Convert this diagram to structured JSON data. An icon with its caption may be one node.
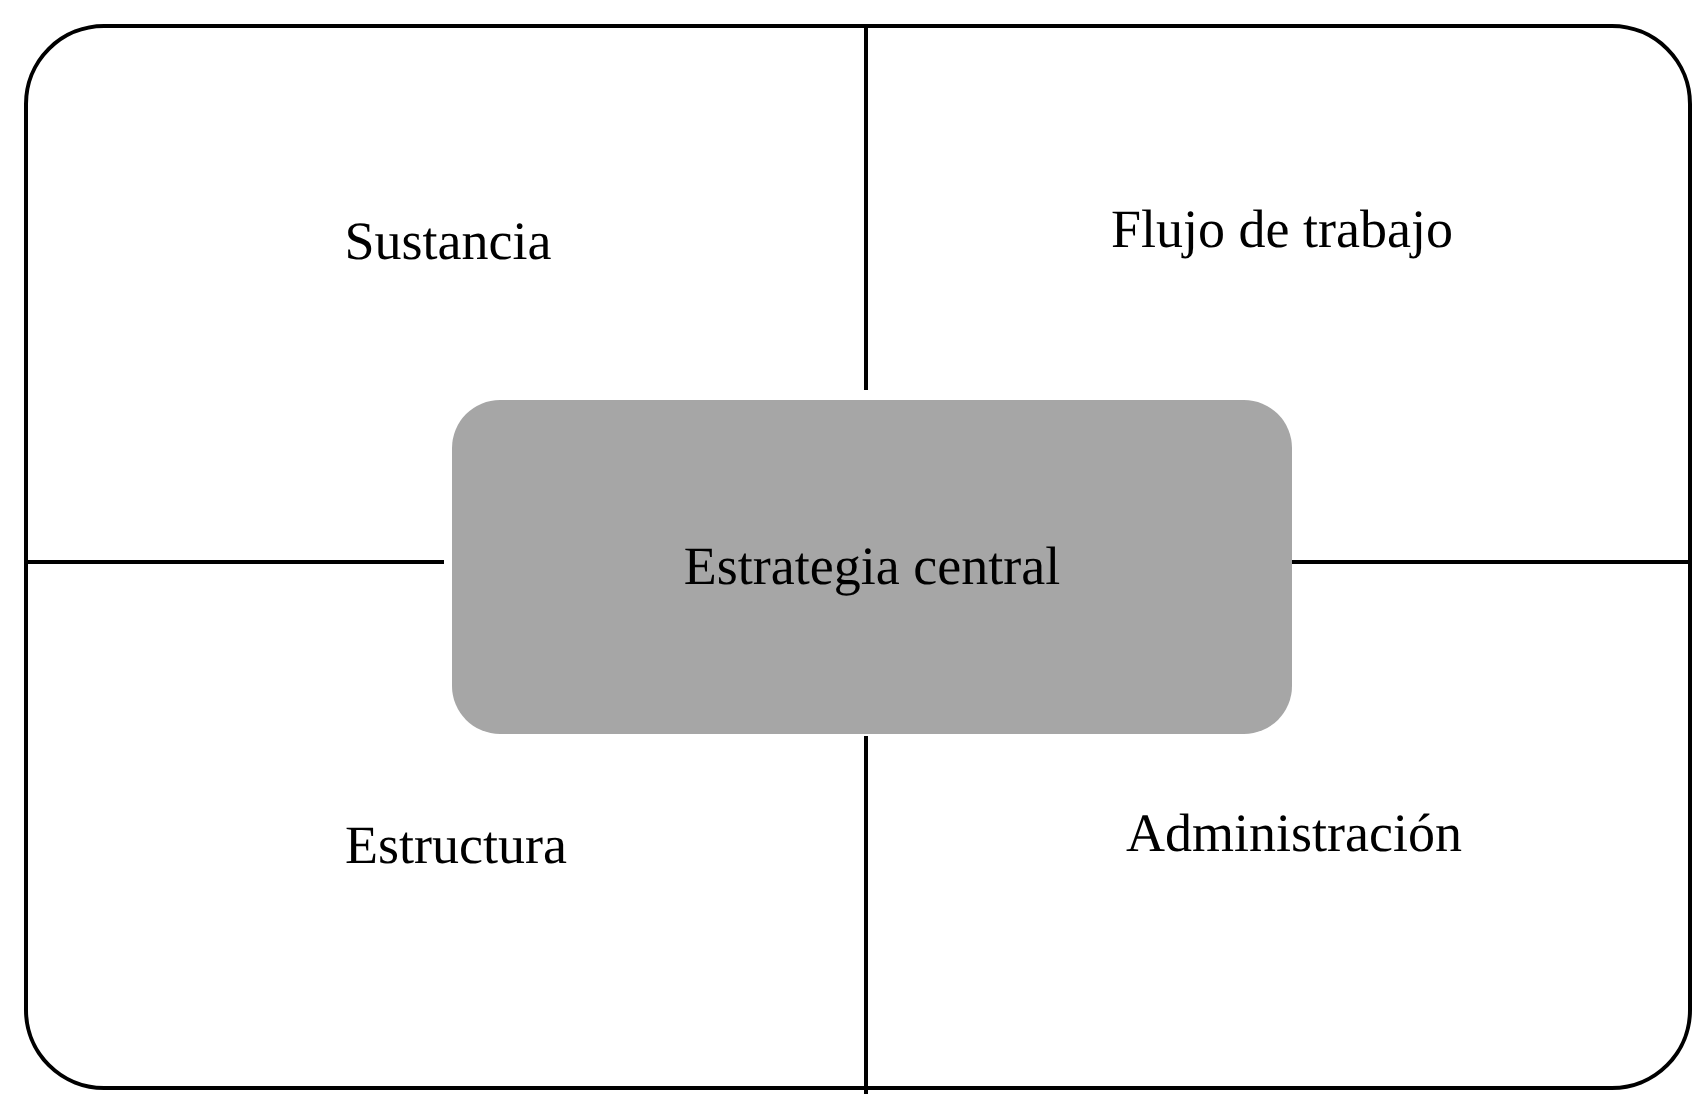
{
  "diagram": {
    "nodes": [
      {
        "text": [],
        "shape": "box"
      },
      {
        "text": [
          "Estrategia central"
        ],
        "in": 0
      }
    ],
    "labels": [
      "Sustancia",
      "Flujo de trabajo",
      "Estructura",
      "Administración"
    ]
  }
}
